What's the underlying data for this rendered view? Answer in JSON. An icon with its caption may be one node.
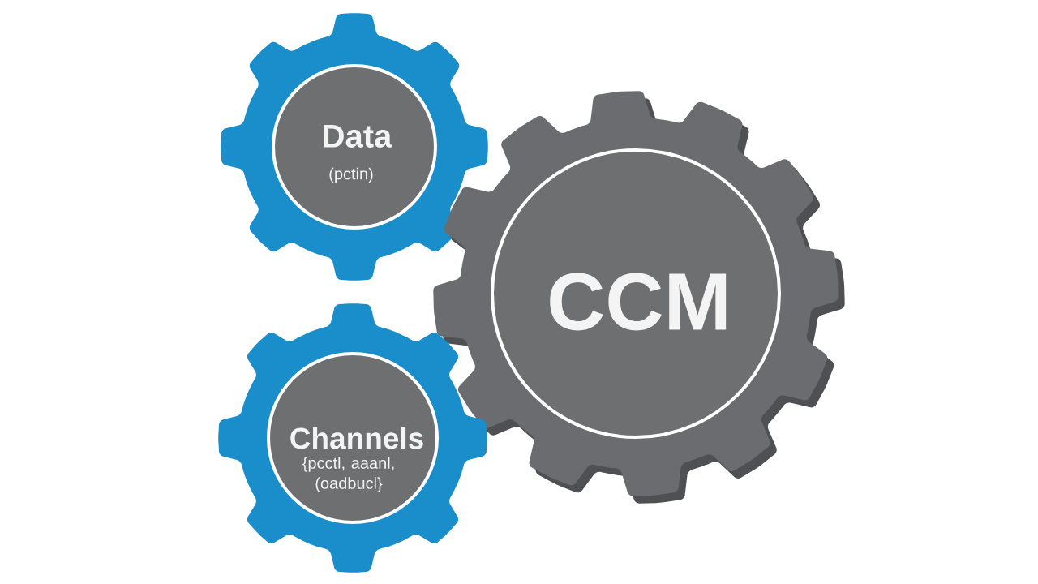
{
  "diagram": {
    "nodes": [
      {
        "text": [
          "Data",
          "(pctin)"
        ]
      },
      {
        "text": [
          "CCM"
        ]
      },
      {
        "text": [
          "Channels",
          "{pcctl, aaanl, (oadbucl}"
        ]
      }
    ]
  }
}
